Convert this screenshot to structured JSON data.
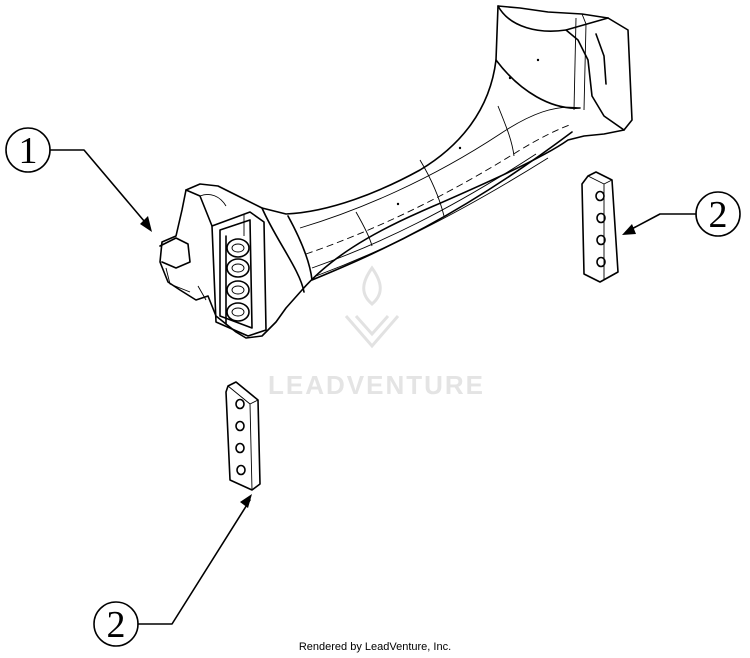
{
  "diagram": {
    "callouts": [
      {
        "id": "callout-1",
        "label": "1"
      },
      {
        "id": "callout-2-upper",
        "label": "2"
      },
      {
        "id": "callout-2-lower",
        "label": "2"
      }
    ],
    "watermark": {
      "text": "LEADVENTURE"
    },
    "footer": "Rendered by LeadVenture, Inc."
  }
}
